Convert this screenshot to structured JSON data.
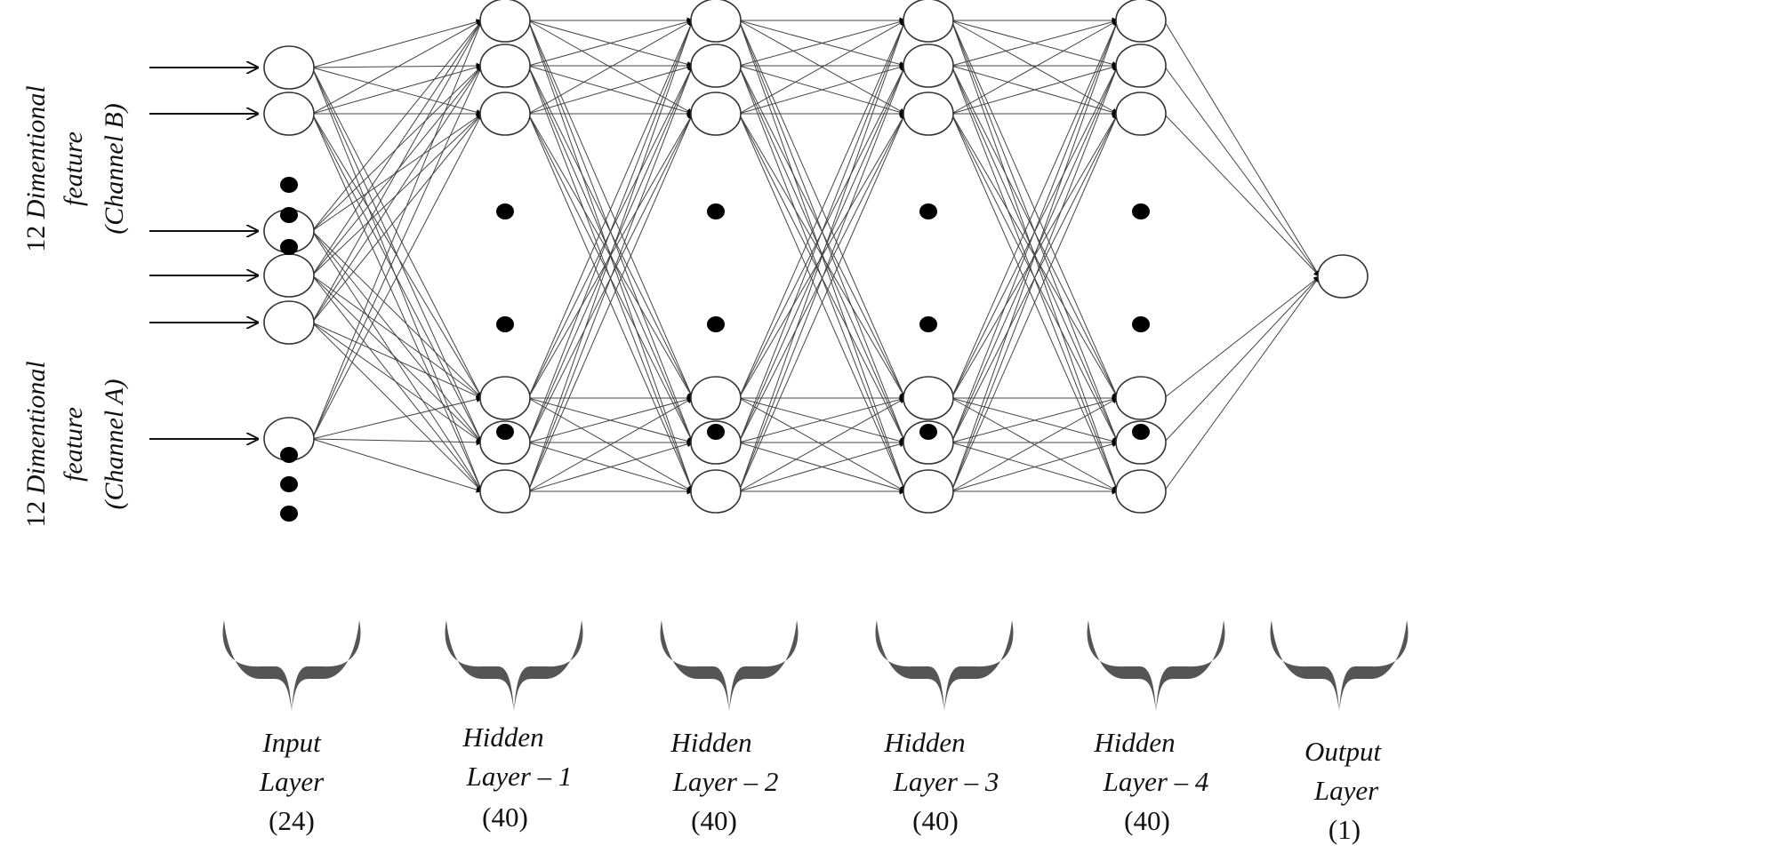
{
  "diagram": {
    "side_labels": {
      "channel_b": {
        "line1": "12 Dimentional",
        "line2": "feature",
        "line3": "(Channel B)"
      },
      "channel_a": {
        "line1": "12 Dimentional",
        "line2": "feature",
        "line3": "(Channel A)"
      }
    },
    "layers": [
      {
        "name_line1": "Input",
        "name_line2": "Layer",
        "count": "(24)"
      },
      {
        "name_line1": "Hidden",
        "name_line2": "Layer – 1",
        "count": "(40)"
      },
      {
        "name_line1": "Hidden",
        "name_line2": "Layer – 2",
        "count": "(40)"
      },
      {
        "name_line1": "Hidden",
        "name_line2": "Layer – 3",
        "count": "(40)"
      },
      {
        "name_line1": "Hidden",
        "name_line2": "Layer – 4",
        "count": "(40)"
      },
      {
        "name_line1": "Output",
        "name_line2": "Layer",
        "count": "(1)"
      }
    ]
  }
}
